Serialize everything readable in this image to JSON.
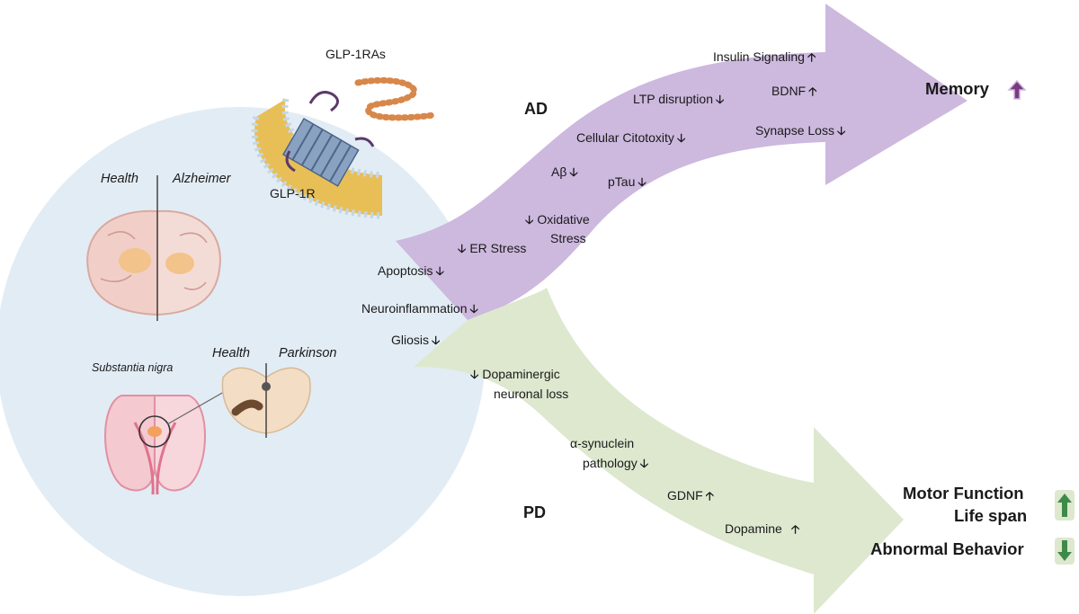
{
  "receptor": {
    "ligand": "GLP-1RAs",
    "receptor": "GLP-1R"
  },
  "brains": {
    "ad_left": "Health",
    "ad_right": "Alzheimer",
    "pd_region": "Substantia nigra",
    "pd_left": "Health",
    "pd_right": "Parkinson"
  },
  "center_effects": [
    {
      "text": "Apoptosis",
      "arrow": "down"
    },
    {
      "text": "Neuroinflammation",
      "arrow": "down"
    },
    {
      "text": "Gliosis",
      "arrow": "down"
    }
  ],
  "ad_branch": {
    "label": "AD",
    "effects": [
      {
        "text": "Insulin Signaling",
        "arrow": "up"
      },
      {
        "text": "LTP disruption",
        "arrow": "down"
      },
      {
        "text": "BDNF",
        "arrow": "up"
      },
      {
        "text": "Cellular Citotoxity",
        "arrow": "down"
      },
      {
        "text": "Synapse Loss",
        "arrow": "down"
      },
      {
        "text": "Aβ",
        "arrow": "down"
      },
      {
        "text": "pTau",
        "arrow": "down"
      },
      {
        "text_line1": "Oxidative",
        "text_line2": "Stress",
        "arrow": "down"
      },
      {
        "text": "ER Stress",
        "arrow": "down"
      }
    ],
    "outcome": {
      "text": "Memory",
      "arrow": "up"
    }
  },
  "pd_branch": {
    "label": "PD",
    "effects": [
      {
        "text_line1": "Dopaminergic",
        "text_line2": "neuronal loss",
        "arrow": "down"
      },
      {
        "text_line1": "α-synuclein",
        "text_line2": "pathology",
        "arrow": "down"
      },
      {
        "text": "GDNF",
        "arrow": "up"
      },
      {
        "text": "Dopamine",
        "arrow": "up"
      }
    ],
    "outcomes": [
      {
        "text": "Motor Function",
        "arrow": "up"
      },
      {
        "text": "Life span",
        "arrow": "up"
      },
      {
        "text": "Abnormal Behavior",
        "arrow": "down"
      }
    ]
  },
  "arrow_glyphs": {
    "up": "🡡",
    "down": "🡣"
  },
  "colors": {
    "ad_arrow": "#cdb8de",
    "pd_arrow": "#dde8cf",
    "circle": "#e2ecf5",
    "memory_badge": "#7a3a82",
    "pd_badge": "#3f8a4a"
  }
}
